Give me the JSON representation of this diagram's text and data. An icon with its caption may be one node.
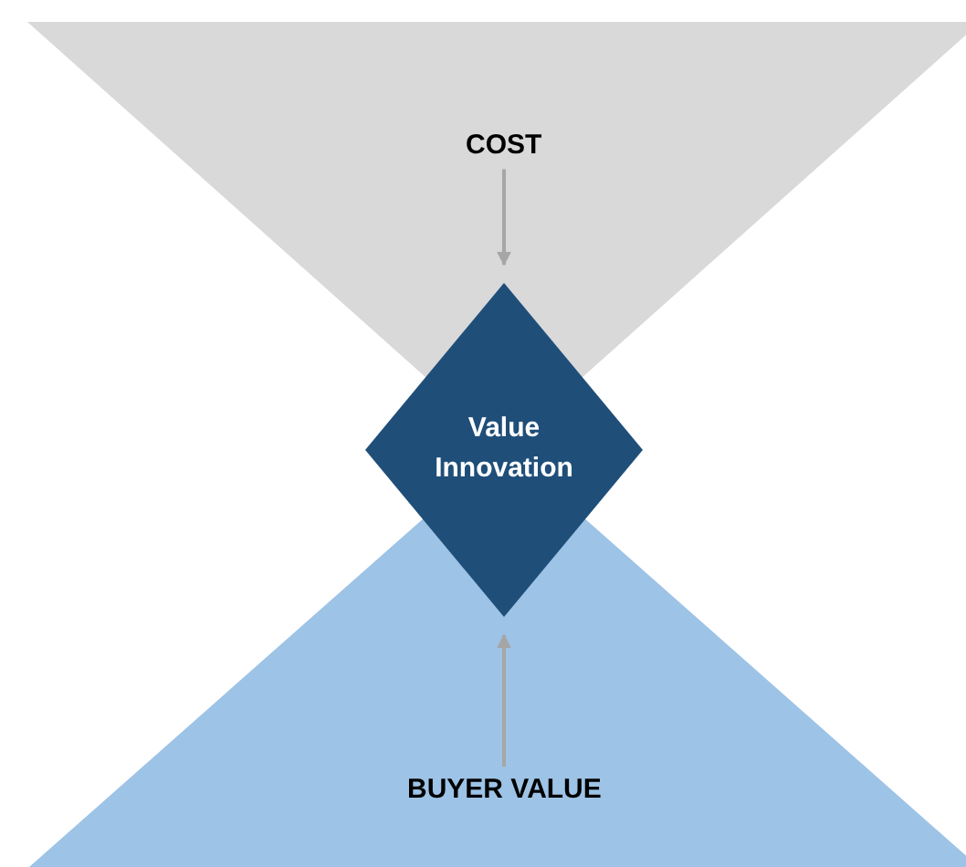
{
  "diagram": {
    "nodes": [
      {
        "text": [
          "COST"
        ]
      },
      {
        "text": [
          "Value Innovation"
        ]
      },
      {
        "text": [
          "BUYER VALUE"
        ]
      }
    ],
    "edges": [
      {
        "from": 0,
        "to": 1,
        "arrow": "to"
      },
      {
        "from": 2,
        "to": 1,
        "arrow": "to"
      }
    ]
  }
}
